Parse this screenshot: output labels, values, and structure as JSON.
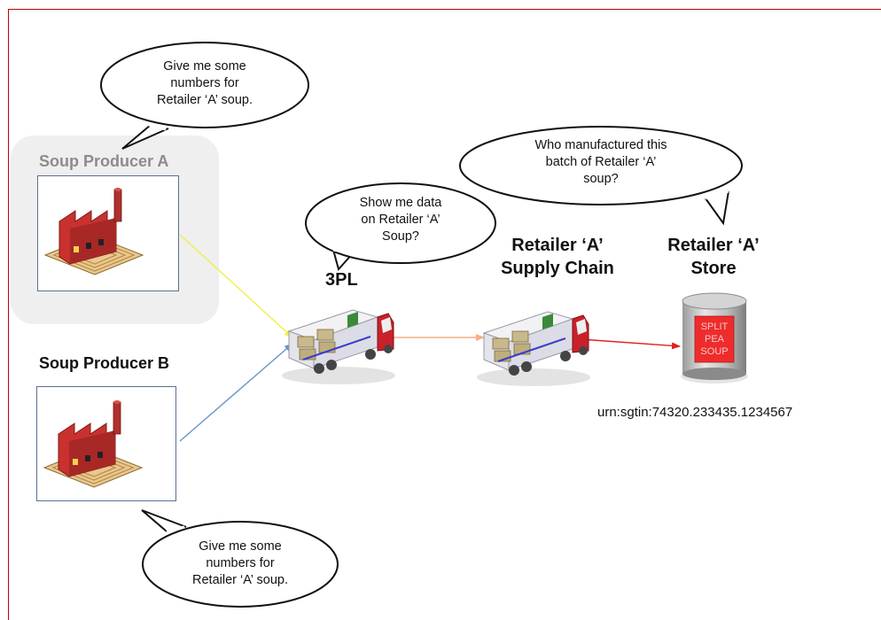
{
  "nodes": {
    "producer_a": {
      "label": "Soup Producer A"
    },
    "producer_b": {
      "label": "Soup Producer B"
    },
    "threepl": {
      "label": "3PL"
    },
    "retailer_chain": {
      "line1": "Retailer ‘A’",
      "line2": "Supply Chain"
    },
    "retailer_store": {
      "line1": "Retailer ‘A’",
      "line2": "Store"
    }
  },
  "bubbles": {
    "producer_a": [
      "Give me some",
      "numbers for",
      "Retailer ‘A’ soup."
    ],
    "producer_b": [
      "Give me some",
      "numbers for",
      "Retailer ‘A’ soup."
    ],
    "threepl": [
      "Show me data",
      "on Retailer ‘A’",
      "Soup?"
    ],
    "store": [
      "Who manufactured this",
      "batch of Retailer ‘A’",
      "soup?"
    ]
  },
  "can_label": [
    "SPLIT",
    "PEA",
    "SOUP"
  ],
  "urn": "urn:sgtin:74320.233435.1234567",
  "colors": {
    "frame_border": "#c00000",
    "arrow_a": "#f2ee4a",
    "arrow_b": "#6a93c8",
    "arrow_3pl": "#f4b183",
    "arrow_chain": "#e02020",
    "factory": "#c8312e",
    "can_label": "#ee2c2c"
  }
}
